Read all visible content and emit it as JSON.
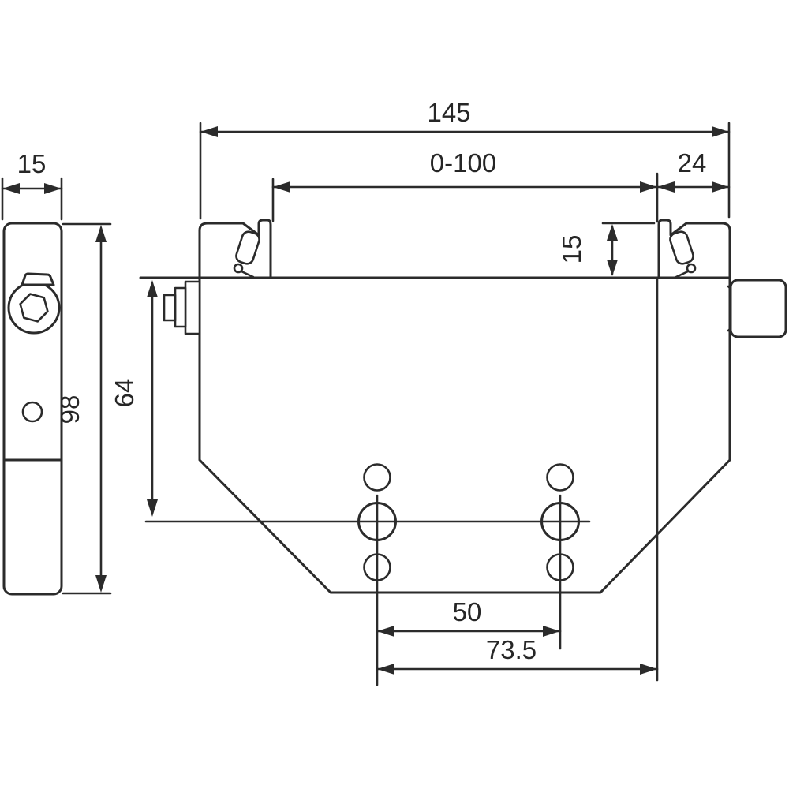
{
  "drawing": {
    "dimensions": {
      "side_width": "15",
      "side_height": "98",
      "overall_width": "145",
      "adjustment_range": "0-100",
      "right_section_width": "24",
      "clip_height": "15",
      "body_height": "64",
      "hole_spacing_inner": "50",
      "hole_spacing_outer": "73.5"
    },
    "colors": {
      "line": "#2b2b2b",
      "text": "#262626",
      "background": "#ffffff"
    }
  }
}
